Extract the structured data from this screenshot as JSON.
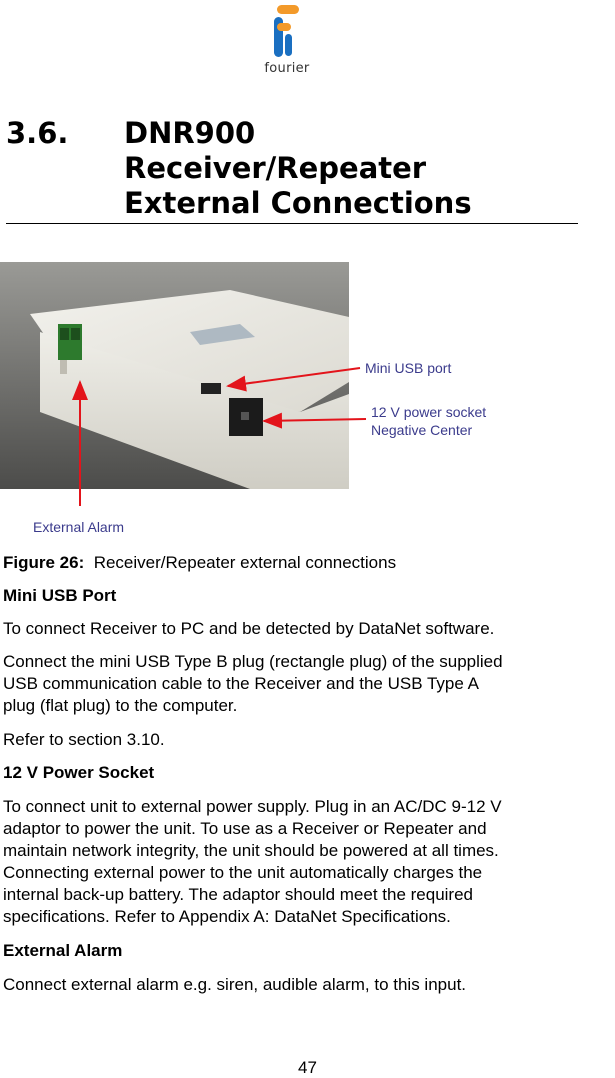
{
  "logo": {
    "wordmark": "fourier",
    "colors": {
      "orange": "#f39a2a",
      "blue": "#1a6fc1"
    }
  },
  "section": {
    "number": "3.6.",
    "title_lines": [
      "DNR900",
      "Receiver/Repeater",
      "External Connections"
    ]
  },
  "figure": {
    "callouts": {
      "mini_usb": "Mini USB port",
      "power_1": "12 V power socket",
      "power_2": "Negative Center",
      "alarm": "External Alarm"
    },
    "caption_label": "Figure 26:",
    "caption_text": "Receiver/Repeater external connections",
    "arrow_color": "#e3141b",
    "callout_color": "#3b3b8c"
  },
  "body": {
    "mini_usb_heading": "Mini USB Port",
    "mini_usb_p1": "To connect Receiver to PC and be detected by DataNet software.",
    "mini_usb_p2": [
      "Connect the mini USB Type B plug (rectangle plug) of the supplied",
      "USB communication cable to the Receiver and the USB Type A",
      "plug (flat plug) to the computer."
    ],
    "mini_usb_p3": "Refer to section 3.10.",
    "power_heading": "12 V Power Socket",
    "power_p": [
      "To connect unit to external power supply. Plug in an AC/DC 9-12 V",
      "adaptor to power the unit. To use as a Receiver or Repeater and",
      "maintain network integrity, the unit should be powered at all times.",
      "Connecting external power to the unit automatically charges the",
      "internal back-up battery. The adaptor should meet the required",
      "specifications. Refer to Appendix A: DataNet Specifications."
    ],
    "alarm_heading": "External Alarm",
    "alarm_p": "Connect external alarm e.g. siren, audible alarm, to this input."
  },
  "page_number": "47"
}
